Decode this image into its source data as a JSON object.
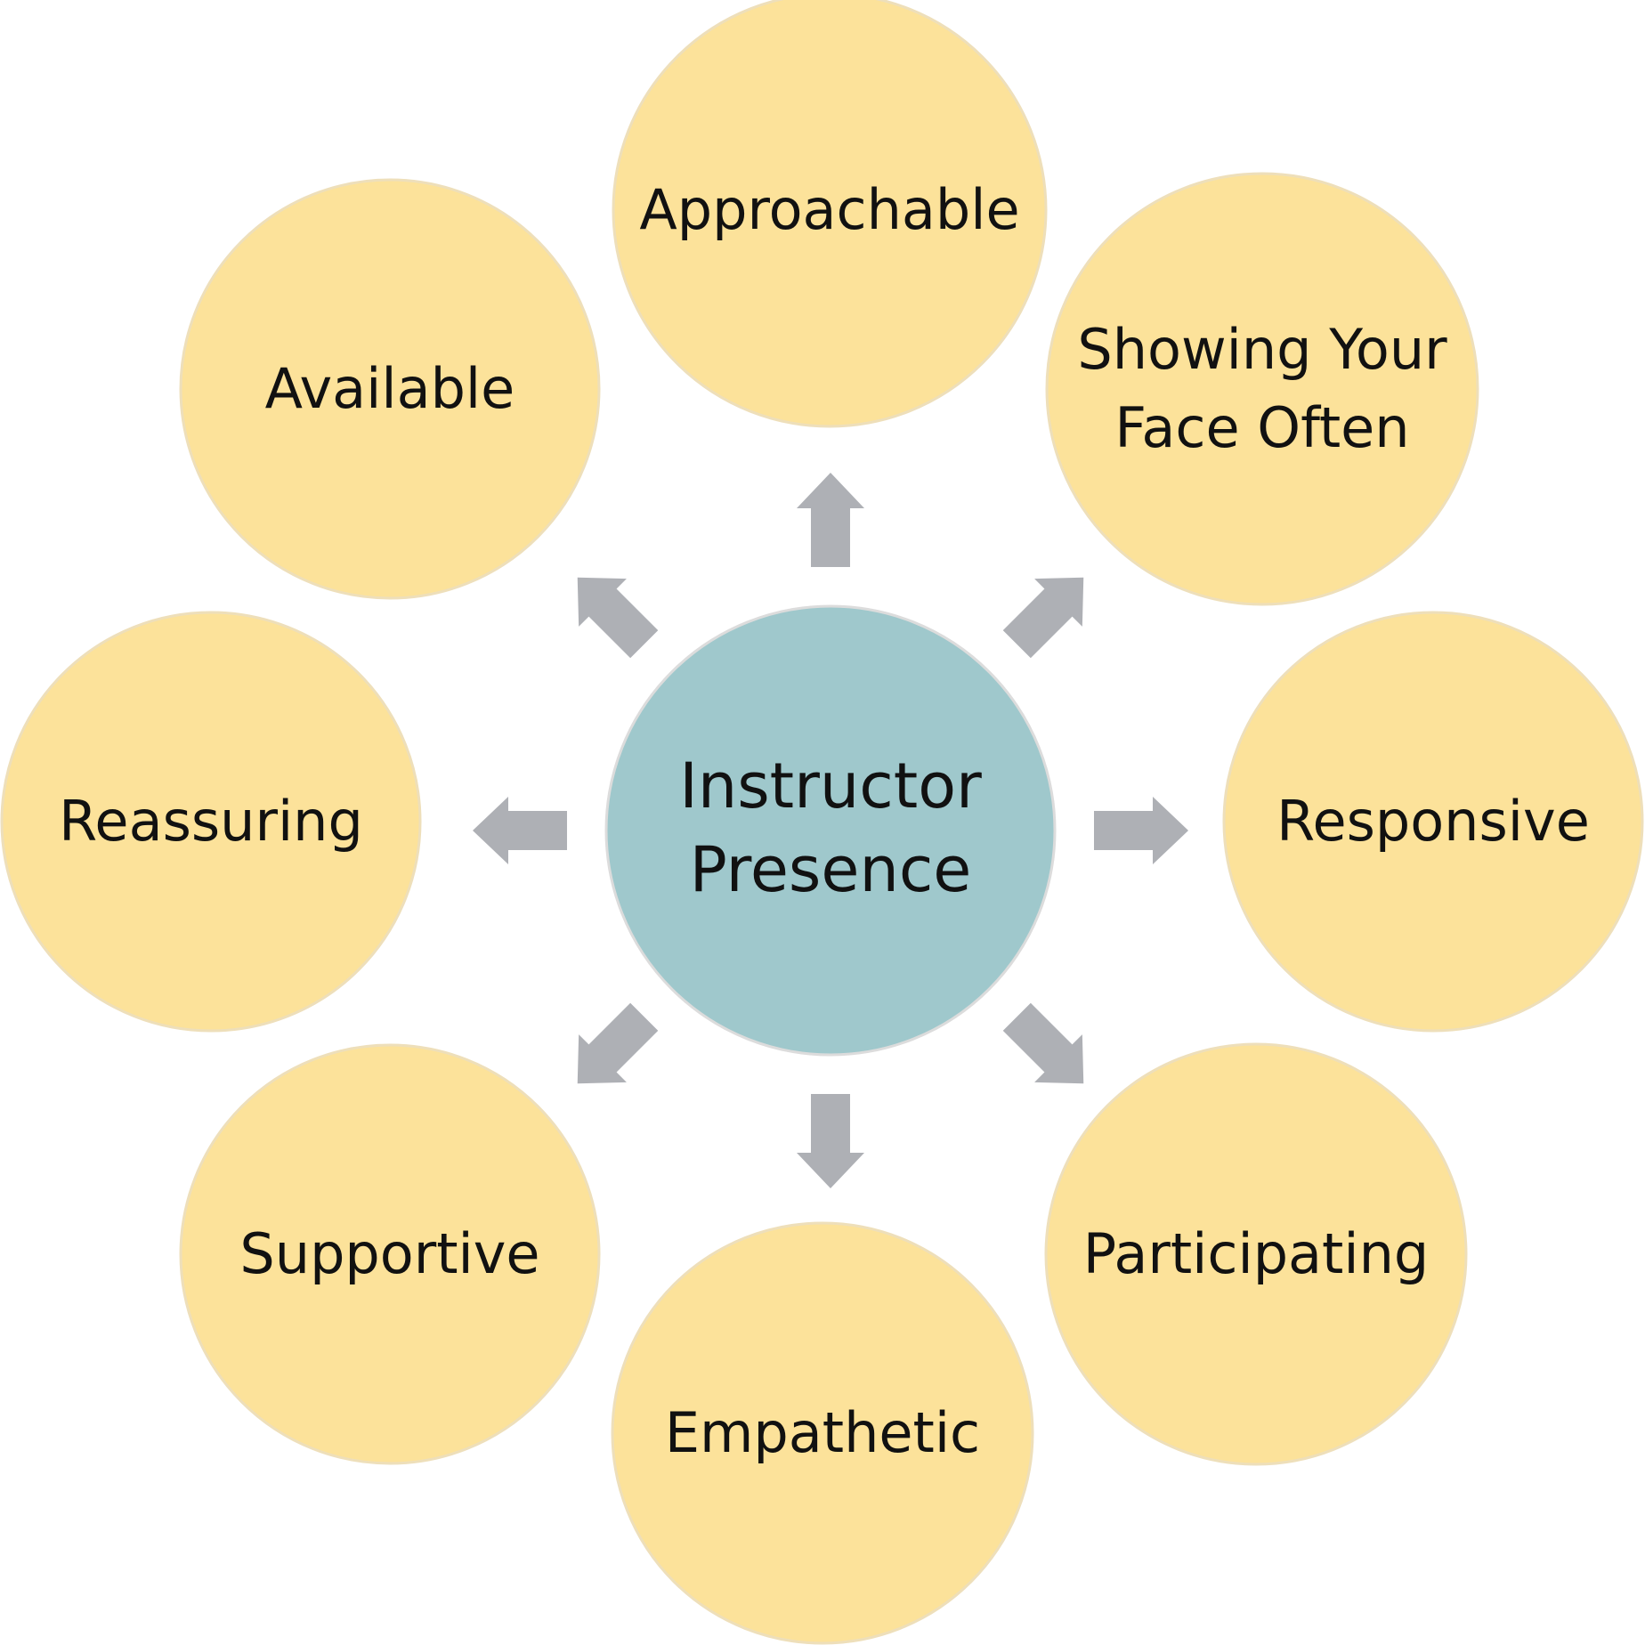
{
  "center": {
    "lines": [
      "Instructor",
      "Presence"
    ],
    "color": "#9fc8cc"
  },
  "nodes": [
    {
      "id": "approachable",
      "lines": [
        "Approachable"
      ]
    },
    {
      "id": "showing-your-face-often",
      "lines": [
        "Showing Your",
        "Face Often"
      ]
    },
    {
      "id": "responsive",
      "lines": [
        "Responsive"
      ]
    },
    {
      "id": "participating",
      "lines": [
        "Participating"
      ]
    },
    {
      "id": "empathetic",
      "lines": [
        "Empathetic"
      ]
    },
    {
      "id": "supportive",
      "lines": [
        "Supportive"
      ]
    },
    {
      "id": "reassuring",
      "lines": [
        "Reassuring"
      ]
    },
    {
      "id": "available",
      "lines": [
        "Available"
      ]
    }
  ],
  "colors": {
    "outer_circle": "#fce29a",
    "arrow": "#aeb0b5",
    "text": "#111111"
  }
}
